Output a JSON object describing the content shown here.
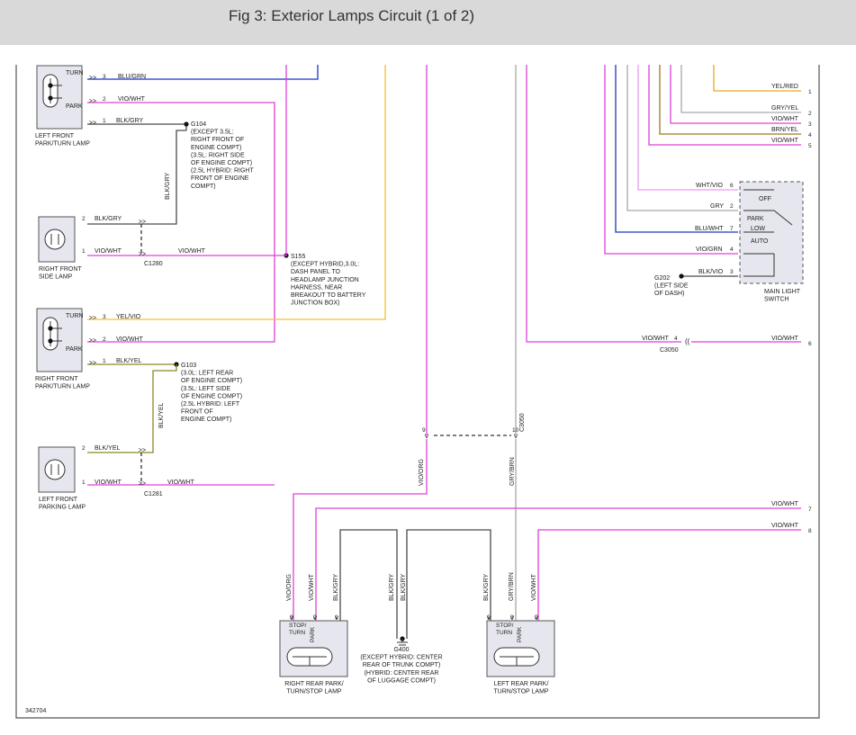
{
  "header": {
    "title": "Fig 3: Exterior Lamps Circuit (1 of 2)"
  },
  "colors": {
    "blu_grn": "#1a35c4",
    "vio_wht": "#e040d8",
    "yel_vio": "#f2c12e",
    "yel_red": "#e6a82a",
    "gry": "#a8a8a8",
    "blk": "#4a4a4a",
    "blk_yel": "#8a8a20",
    "brn_yel": "#9a7a20",
    "wht_vio": "#ec9af0",
    "blu_wht": "#1a35c4"
  },
  "components": {
    "lf_park_turn": {
      "name": "LEFT FRONT\nPARK/TURN LAMP",
      "turn": "TURN",
      "park": "PARK"
    },
    "rf_side": {
      "name": "RIGHT FRONT\nSIDE LAMP"
    },
    "rf_park_turn": {
      "name": "RIGHT FRONT\nPARK/TURN LAMP",
      "turn": "TURN",
      "park": "PARK"
    },
    "lf_parking": {
      "name": "LEFT FRONT\nPARKING LAMP"
    },
    "rr_lamp": {
      "name": "RIGHT REAR PARK/\nTURN/STOP LAMP",
      "stop_turn": "STOP/\nTURN",
      "park": "PARK"
    },
    "lr_lamp": {
      "name": "LEFT REAR PARK/\nTURN/STOP LAMP",
      "stop_turn": "STOP/\nTURN",
      "park": "PARK"
    },
    "main_switch": {
      "name": "MAIN LIGHT\nSWITCH",
      "off": "OFF",
      "park": "PARK",
      "low": "LOW",
      "auto": "AUTO"
    }
  },
  "wire_labels": {
    "blu_grn": "BLU/GRN",
    "vio_wht": "VIO/WHT",
    "blk_gry": "BLK/GRY",
    "yel_vio": "YEL/VIO",
    "blk_yel": "BLK/YEL",
    "yel_red": "YEL/RED",
    "gry_yel": "GRY/YEL",
    "brn_yel": "BRN/YEL",
    "wht_vio": "WHT/VIO",
    "gry": "GRY",
    "blu_wht": "BLU/WHT",
    "vio_grn": "VIO/GRN",
    "blk_vio": "BLK/VIO",
    "vio_org": "VIO/ORG",
    "gry_brn": "GRY/BRN"
  },
  "grounds": {
    "g104": "G104\n(EXCEPT 3.5L:\nRIGHT FRONT OF\nENGINE COMPT)\n(3.5L: RIGHT SIDE\nOF ENGINE COMPT)\n(2.5L HYBRID: RIGHT\nFRONT OF ENGINE\nCOMPT)",
    "g103": "G103\n(3.0L: LEFT REAR\nOF ENGINE COMPT)\n(3.5L: LEFT SIDE\nOF ENGINE COMPT)\n(2.5L HYBRID: LEFT\nFRONT OF\nENGINE COMPT)",
    "g202": "G202\n(LEFT SIDE\nOF DASH)",
    "g400": "G400\n(EXCEPT HYBRID: CENTER\nREAR OF TRUNK COMPT)\n(HYBRID: CENTER REAR\nOF LUGGAGE COMPT)"
  },
  "splices": {
    "s155": "S155\n(EXCEPT HYBRID,3.0L:\nDASH PANEL TO\nHEADLAMP JUNCTION\nHARNESS, NEAR\nBREAKOUT TO BATTERY\nJUNCTION BOX)"
  },
  "connectors": {
    "c1280": "C1280",
    "c1281": "C1281",
    "c3050": "C3050"
  },
  "offpage": [
    "1",
    "2",
    "3",
    "4",
    "5",
    "6",
    "7",
    "8"
  ],
  "figure_id": "342704"
}
